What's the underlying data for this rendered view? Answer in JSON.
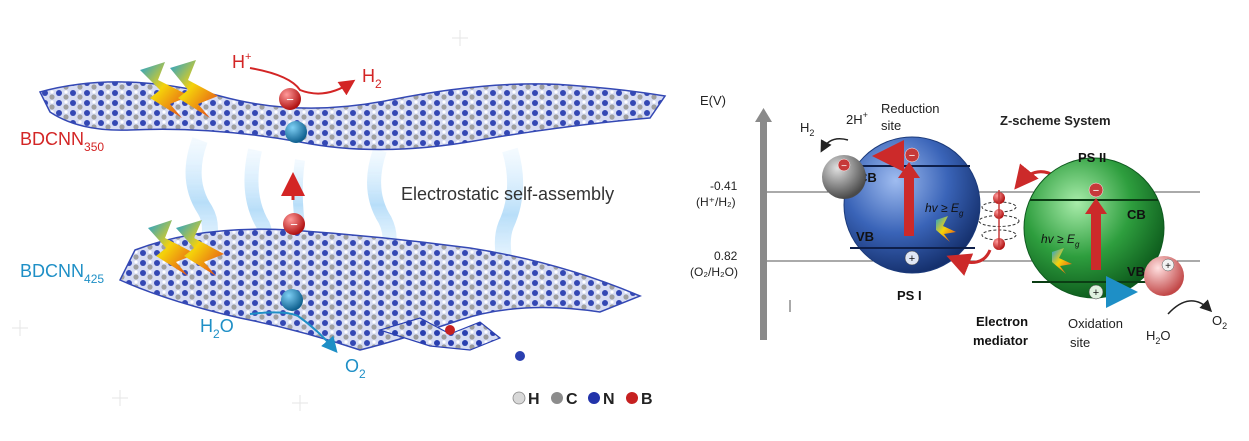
{
  "left_panel": {
    "top_sheet_label": {
      "main": "BDCNN",
      "sub": "350"
    },
    "bottom_sheet_label": {
      "main": "BDCNN",
      "sub": "425"
    },
    "h_plus": {
      "main": "H",
      "sup": "+"
    },
    "h2": {
      "main": "H",
      "sub": "2"
    },
    "h2o": {
      "main": "H",
      "sub": "2",
      "tail": "O"
    },
    "o2": {
      "main": "O",
      "sub": "2"
    },
    "assembly_text": "Electrostatic self-assembly",
    "legend": [
      {
        "symbol": "H",
        "color": "#d8d8d8"
      },
      {
        "symbol": "C",
        "color": "#8c8c8c"
      },
      {
        "symbol": "N",
        "color": "#2233aa"
      },
      {
        "symbol": "B",
        "color": "#c62020"
      }
    ],
    "colors": {
      "red": "#d32525",
      "blue": "#1e8fc6",
      "sheet_blue": "#2a3fb0"
    }
  },
  "right_panel": {
    "axis_label": "E(V)",
    "level_1": {
      "value": "-0.41",
      "couple": "(H⁺/H₂)"
    },
    "level_2": {
      "value": "0.82",
      "couple": "(O₂/H₂O)"
    },
    "title": "Z-scheme System",
    "ps1_label": "PS I",
    "ps2_label": "PS II",
    "cb_label": "CB",
    "vb_label": "VB",
    "excitation": {
      "main": "hv ≥ E",
      "sub": "g"
    },
    "reduction": {
      "line1": "Reduction",
      "line2": "site"
    },
    "oxidation": {
      "line1": "Oxidation",
      "line2": "site"
    },
    "mediator": {
      "line1": "Electron",
      "line2": "mediator"
    },
    "h2_out": {
      "main": "H",
      "sub": "2"
    },
    "two_h_plus": {
      "main": "2H",
      "sup": "+"
    },
    "h2o_in": {
      "main": "H",
      "sub": "2",
      "tail": "O"
    },
    "o2_out": {
      "main": "O",
      "sub": "2"
    },
    "electron_symbol": "−",
    "hole_symbol": "+",
    "colors": {
      "ps1": "#3a64b8",
      "ps2": "#2e9e3e",
      "arrow_red": "#cc2a2a"
    }
  }
}
